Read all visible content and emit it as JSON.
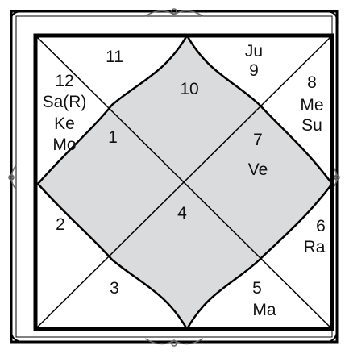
{
  "houses": [
    {
      "number": "11",
      "planets": []
    },
    {
      "number": "12",
      "planets": [
        "Sa(R)",
        "Ke",
        "Mo"
      ]
    },
    {
      "number": "1",
      "planets": []
    },
    {
      "number": "2",
      "planets": []
    },
    {
      "number": "3",
      "planets": []
    },
    {
      "number": "4",
      "planets": []
    },
    {
      "number": "5",
      "planets": [
        "Ma"
      ]
    },
    {
      "number": "6",
      "planets": [
        "Ra"
      ]
    },
    {
      "number": "7",
      "planets": [
        "Ve"
      ]
    },
    {
      "number": "8",
      "planets": [
        "Me",
        "Su"
      ]
    },
    {
      "number": "9",
      "planets": [
        "Ju"
      ]
    },
    {
      "number": "10",
      "planets": []
    }
  ],
  "colors": {
    "frame": "#000000",
    "diamond_fill": "#d9dbdd",
    "background": "#ffffff"
  }
}
